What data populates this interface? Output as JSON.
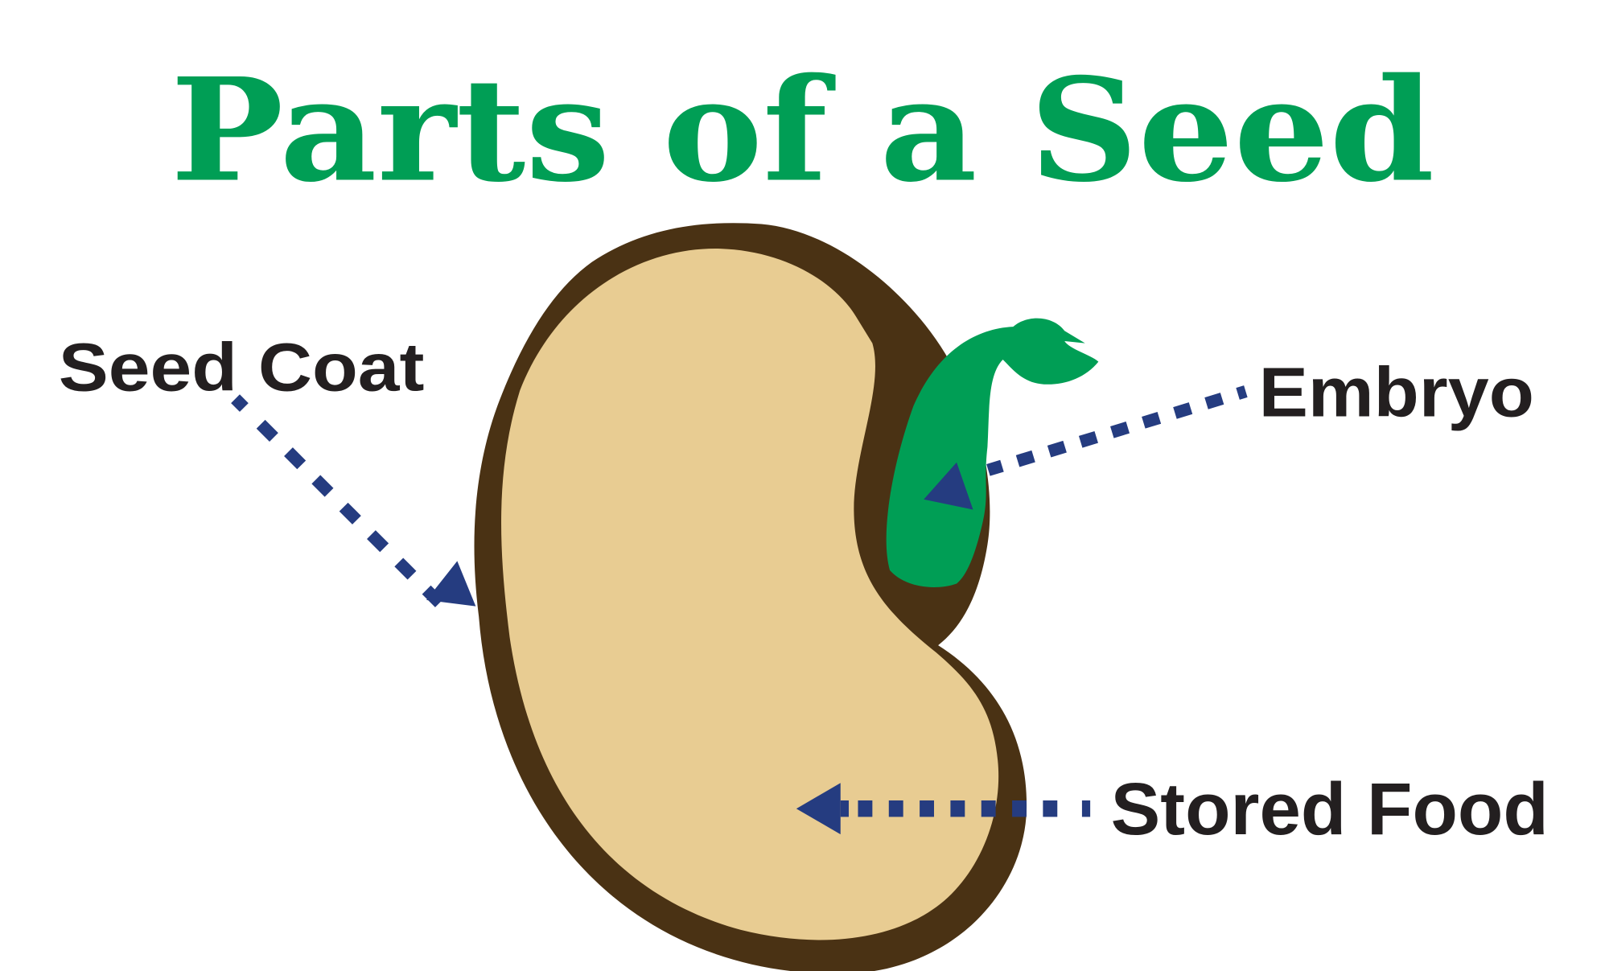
{
  "title": "Parts of a Seed",
  "labels": {
    "seed_coat": "Seed Coat",
    "embryo": "Embryo",
    "stored_food": "Stored Food"
  },
  "colors": {
    "title": "#009E55",
    "seed_coat": "#4A3214",
    "stored_food": "#E8CC92",
    "embryo": "#009E55",
    "arrow": "#253C80",
    "label_text": "#231F20"
  }
}
